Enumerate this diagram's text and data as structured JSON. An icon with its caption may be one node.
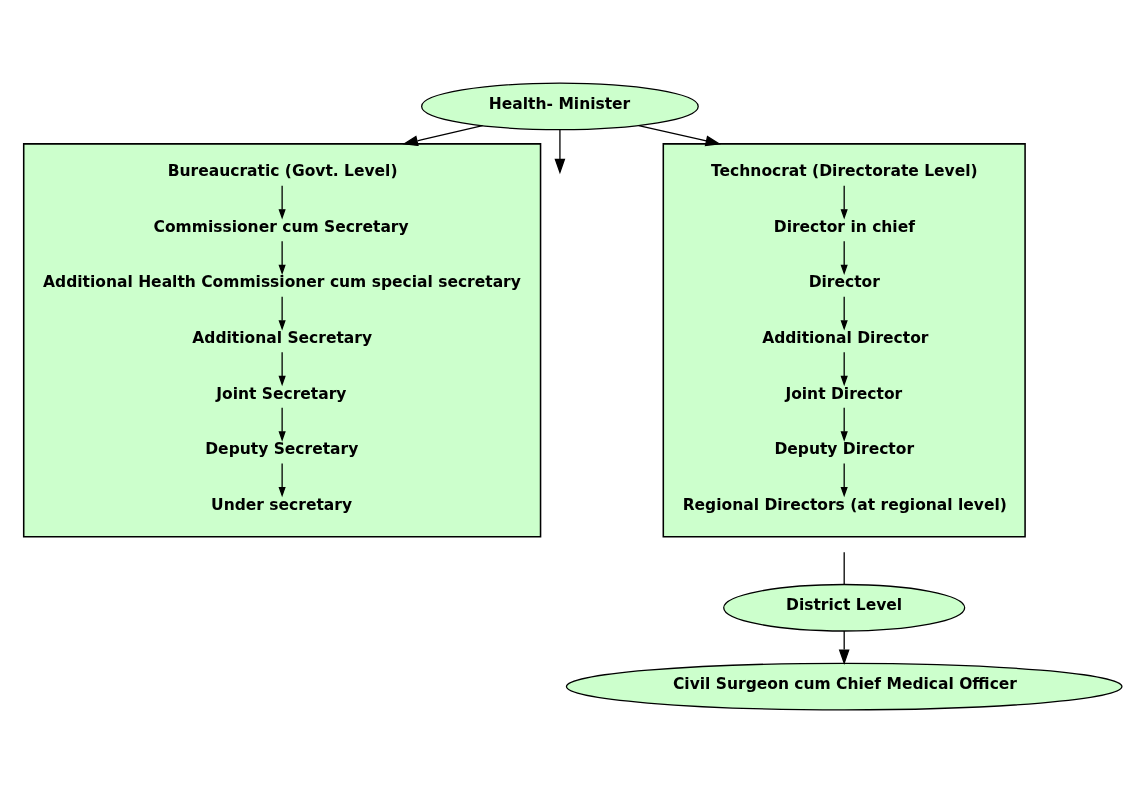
{
  "diagram": {
    "nodes": [
      {
        "text": [
          "Health- Minister"
        ]
      },
      {
        "text": [],
        "shape": "box"
      },
      {
        "text": [
          "Bureaucratic (Govt. Level)"
        ],
        "in": 1
      },
      {
        "text": [
          "Commissioner cum Secretary"
        ],
        "in": 1
      },
      {
        "text": [
          "Additional Health Commissioner cum special secretary"
        ],
        "in": 1
      },
      {
        "text": [
          "Additional Secretary"
        ],
        "in": 1
      },
      {
        "text": [
          "Joint Secretary"
        ],
        "in": 1
      },
      {
        "text": [
          "Deputy Secretary"
        ],
        "in": 1
      },
      {
        "text": [
          "Under secretary"
        ],
        "in": 1
      },
      {
        "text": [],
        "shape": "box"
      },
      {
        "text": [
          "Technocrat (Directorate Level)"
        ],
        "in": 9
      },
      {
        "text": [
          "Director in chief"
        ],
        "in": 9
      },
      {
        "text": [
          "Director"
        ],
        "in": 9
      },
      {
        "text": [
          "Additional Director"
        ],
        "in": 9
      },
      {
        "text": [
          "Joint Director"
        ],
        "in": 9
      },
      {
        "text": [
          "Deputy Director"
        ],
        "in": 9
      },
      {
        "text": [
          "Regional Directors (at regional level)"
        ],
        "in": 9
      },
      {
        "text": [
          "District Level"
        ]
      },
      {
        "text": [
          "Civil Surgeon cum Chief Medical Officer"
        ]
      }
    ],
    "edges": [
      {
        "from": 0,
        "to": 1,
        "arrow": "to"
      },
      {
        "from": 0,
        "to": null,
        "arrow": "to"
      },
      {
        "from": 0,
        "to": 9,
        "arrow": "to"
      },
      {
        "from": 2,
        "to": 3,
        "arrow": "to"
      },
      {
        "from": 3,
        "to": 4,
        "arrow": "to"
      },
      {
        "from": 4,
        "to": 5,
        "arrow": "to"
      },
      {
        "from": 5,
        "to": 6,
        "arrow": "to"
      },
      {
        "from": 6,
        "to": 7,
        "arrow": "to"
      },
      {
        "from": 7,
        "to": 8,
        "arrow": "to"
      },
      {
        "from": 10,
        "to": 11,
        "arrow": "to"
      },
      {
        "from": 11,
        "to": 12,
        "arrow": "to"
      },
      {
        "from": 12,
        "to": 13,
        "arrow": "to"
      },
      {
        "from": 13,
        "to": 14,
        "arrow": "to"
      },
      {
        "from": 14,
        "to": 15,
        "arrow": "to"
      },
      {
        "from": 15,
        "to": 16,
        "arrow": "to"
      },
      {
        "from": null,
        "to": 17,
        "arrow": "none"
      },
      {
        "from": 17,
        "to": 18,
        "arrow": "to"
      }
    ]
  }
}
